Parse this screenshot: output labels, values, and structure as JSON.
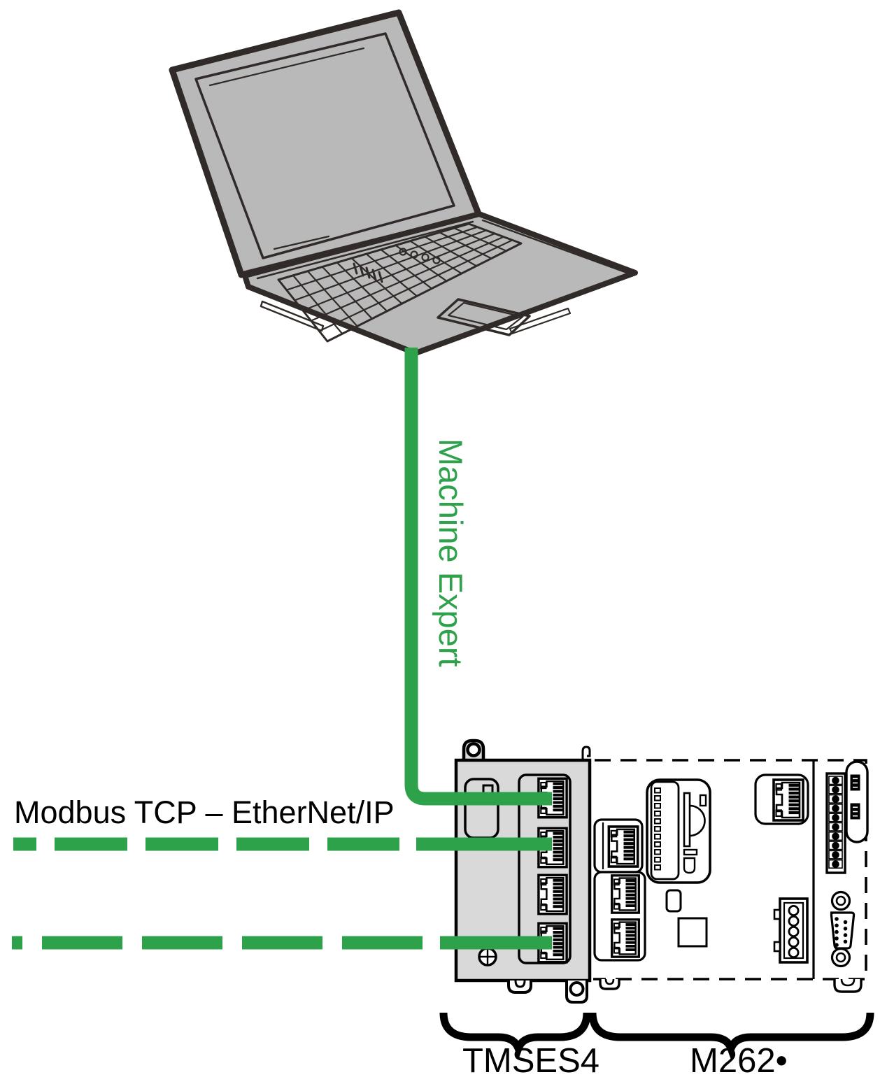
{
  "diagram": {
    "labels": {
      "machine_expert": "Machine Expert",
      "modbus": "Modbus TCP – EtherNet/IP",
      "tmses4": "TMSES4",
      "m262": "M262•"
    },
    "colors": {
      "green": "#2ea24b",
      "black": "#000000",
      "laptop_gray": "#b9b9b9",
      "laptop_outline": "#302b28",
      "module_gray": "#d9d9d9"
    },
    "modules": [
      {
        "label": "TMSES4",
        "ethernet_ports": 4
      },
      {
        "label": "M262•"
      }
    ],
    "connections": [
      {
        "label": "Machine Expert",
        "line_style": "solid",
        "tmses4_port": 1
      },
      {
        "label": "Modbus TCP – EtherNet/IP",
        "line_style": "dashed",
        "tmses4_port": 2
      },
      {
        "label": "",
        "line_style": "dashed",
        "tmses4_port": 4
      }
    ]
  }
}
